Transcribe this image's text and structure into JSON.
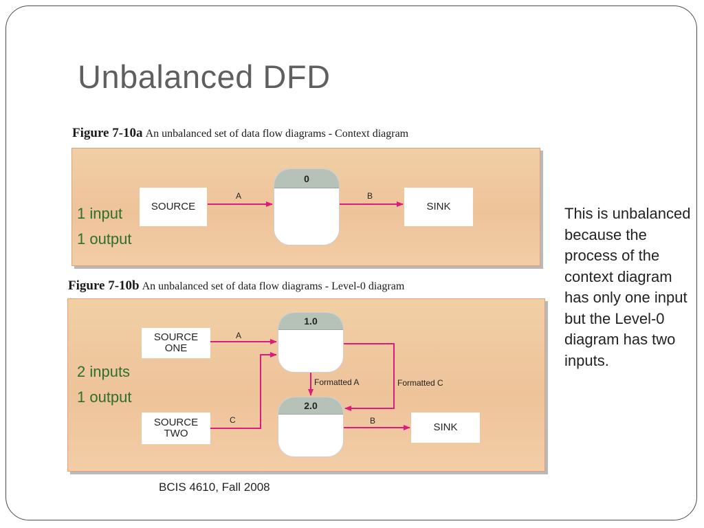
{
  "slide": {
    "title": "Unbalanced DFD",
    "side_text": "This is unbalanced because the process of the context diagram has only one input but the Level-0 diagram has two inputs.",
    "footer": "BCIS 4610, Fall 2008"
  },
  "figure_a": {
    "number": "Figure 7-10a",
    "description": "An unbalanced set of data flow diagrams - Context diagram",
    "note_inputs": "1 input",
    "note_outputs": "1 output",
    "source": "SOURCE",
    "process_id": "0",
    "sink": "SINK",
    "flow_in": "A",
    "flow_out": "B"
  },
  "figure_b": {
    "number": "Figure 7-10b",
    "description": "An unbalanced set of data flow diagrams - Level-0 diagram",
    "note_inputs": "2 inputs",
    "note_outputs": "1 output",
    "source_one": "SOURCE ONE",
    "source_two": "SOURCE TWO",
    "process_1": "1.0",
    "process_2": "2.0",
    "sink": "SINK",
    "flow_a": "A",
    "flow_c": "C",
    "flow_b": "B",
    "flow_formatted_a": "Formatted A",
    "flow_formatted_c": "Formatted C"
  },
  "colors": {
    "arrow": "#e0197d",
    "panel": "#efc59c",
    "note_text": "#2e6e2e",
    "process_header": "#b6c1b7"
  }
}
